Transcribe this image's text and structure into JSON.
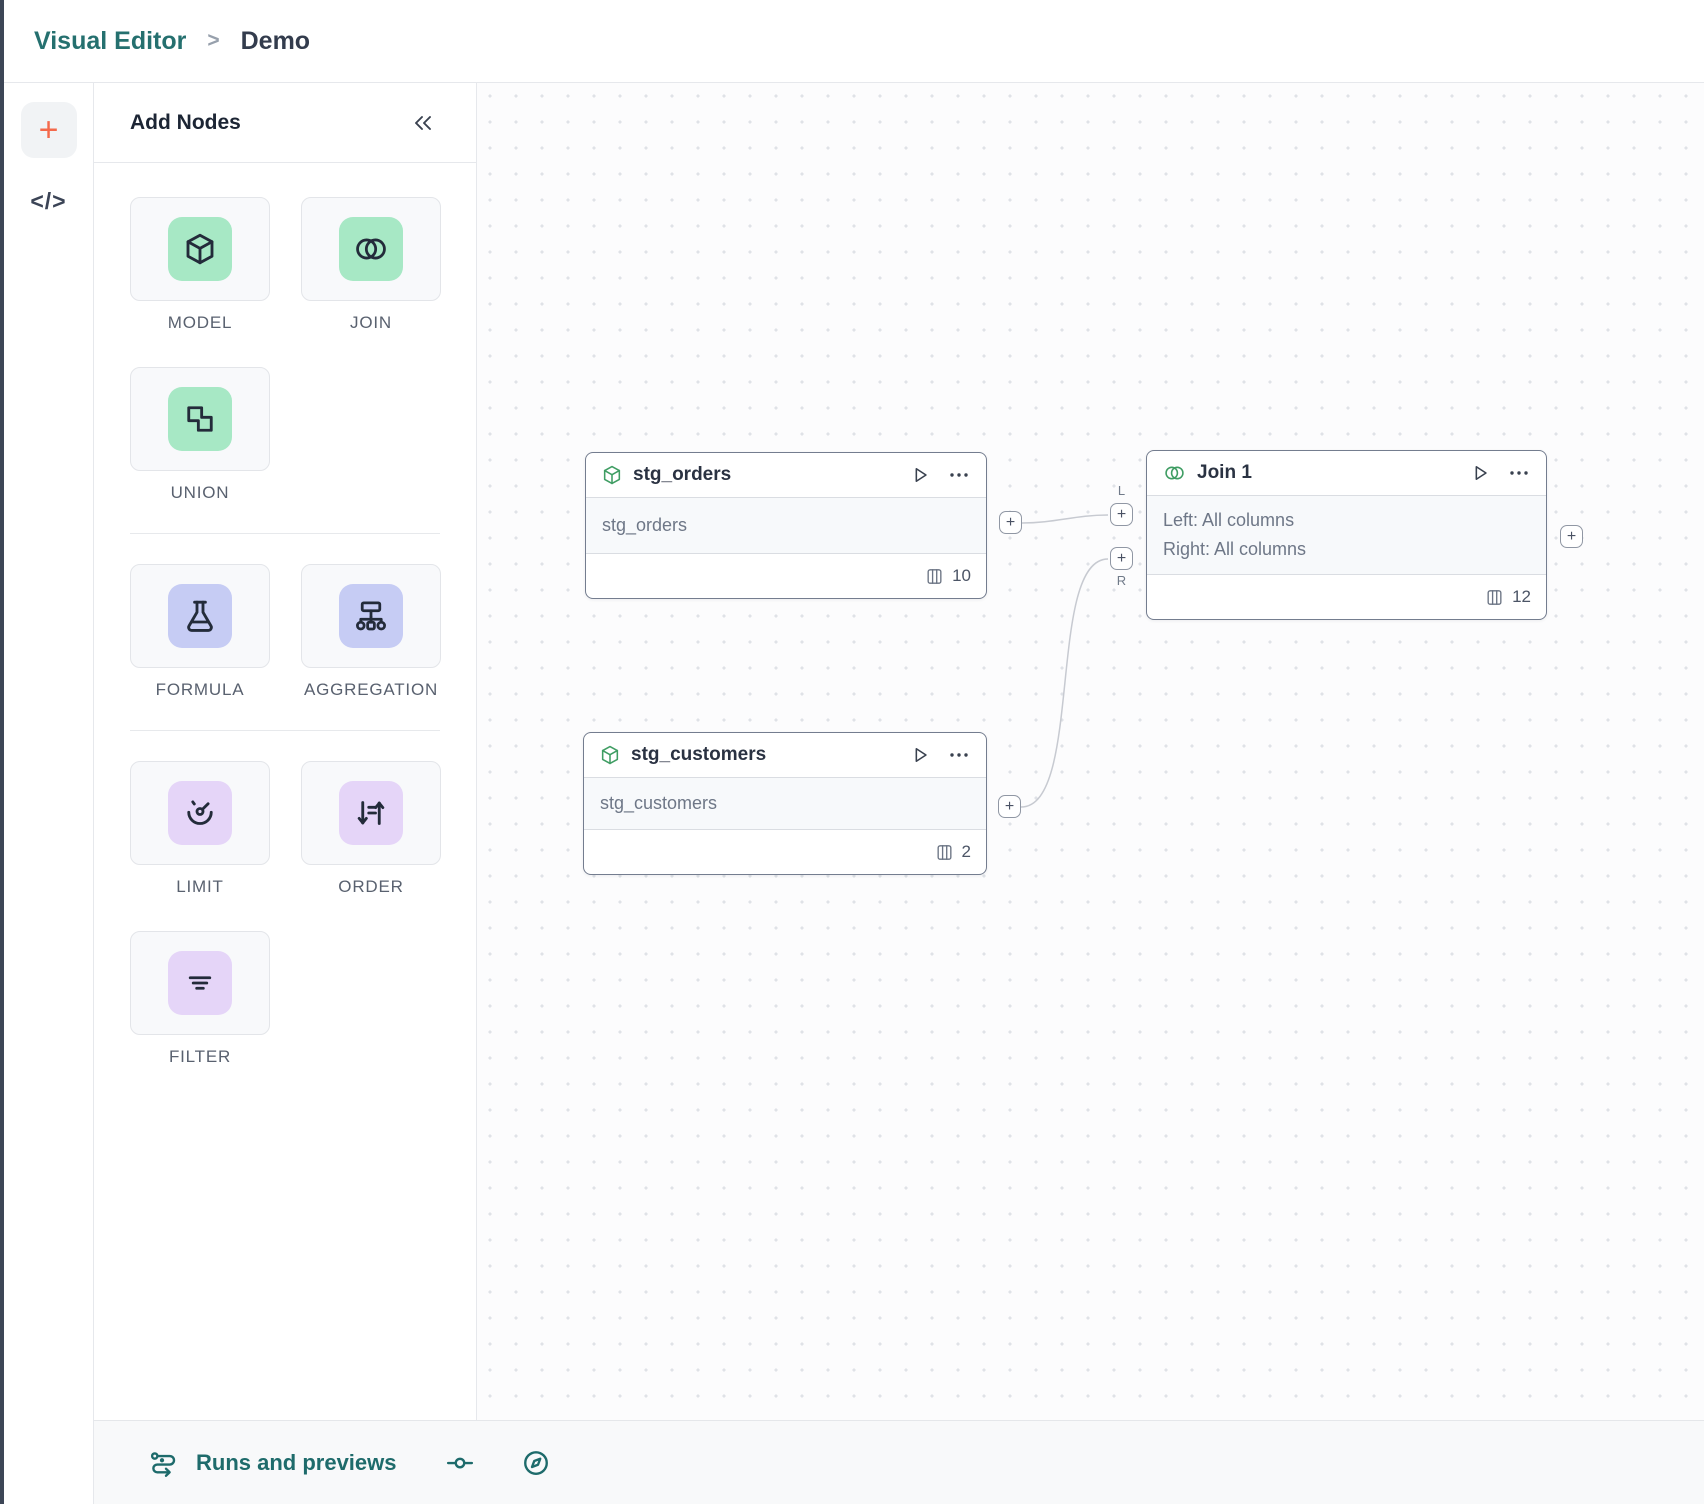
{
  "breadcrumb": {
    "section": "Visual Editor",
    "separator": ">",
    "page": "Demo"
  },
  "rail": {
    "add": "+",
    "code": "</>"
  },
  "palette": {
    "title": "Add Nodes",
    "items": [
      {
        "label": "MODEL",
        "icon": "cube-icon",
        "tile_color": "#a7e8c5"
      },
      {
        "label": "JOIN",
        "icon": "overlap-circles-icon",
        "tile_color": "#a7e8c5"
      },
      {
        "label": "UNION",
        "icon": "merged-squares-icon",
        "tile_color": "#a7e8c5"
      },
      {
        "label": "FORMULA",
        "icon": "flask-icon",
        "tile_color": "#c6ccf4"
      },
      {
        "label": "AGGREGATION",
        "icon": "tree-icon",
        "tile_color": "#c6ccf4"
      },
      {
        "label": "LIMIT",
        "icon": "gauge-icon",
        "tile_color": "#e5d5f8"
      },
      {
        "label": "ORDER",
        "icon": "sort-arrows-icon",
        "tile_color": "#e5d5f8"
      },
      {
        "label": "FILTER",
        "icon": "filter-lines-icon",
        "tile_color": "#e5d5f8"
      }
    ]
  },
  "canvas": {
    "plus": "+",
    "join_handles": {
      "left": "L",
      "right": "R"
    },
    "nodes": [
      {
        "title": "stg_orders",
        "type": "model",
        "source": "stg_orders",
        "columns": "10"
      },
      {
        "title": "stg_customers",
        "type": "model",
        "source": "stg_customers",
        "columns": "2"
      },
      {
        "title": "Join 1",
        "type": "join",
        "left": "Left: All columns",
        "right": "Right: All columns",
        "columns": "12"
      }
    ]
  },
  "bottom_bar": {
    "runs": "Runs and previews"
  },
  "icons": {
    "collapse": "double-chevron-left",
    "node_run": "play-outline",
    "node_menu": "ellipsis",
    "column_count": "columns",
    "bottom": [
      "flow-run",
      "commit-node",
      "compass"
    ]
  },
  "colors": {
    "brand_teal": "#1e6b6b",
    "accent_orange": "#f4694b",
    "node_icon_green": "#3f9d63",
    "tile_green": "#a7e8c5",
    "tile_periwinkle": "#c6ccf4",
    "tile_lavender": "#e5d5f8",
    "edge_gray": "#c7cad1"
  }
}
